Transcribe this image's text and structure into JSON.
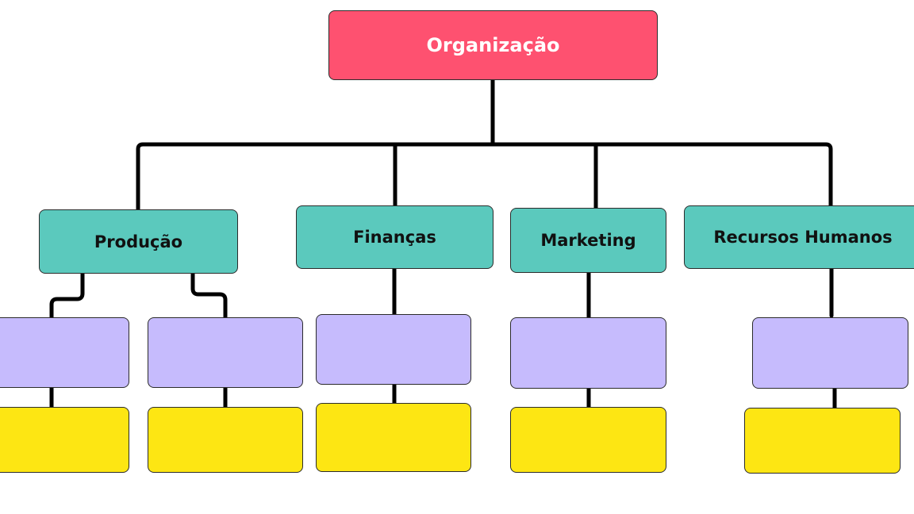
{
  "root": {
    "label": "Organização"
  },
  "departments": [
    {
      "label": "Produção"
    },
    {
      "label": "Finanças"
    },
    {
      "label": "Marketing"
    },
    {
      "label": "Recursos Humanos"
    }
  ],
  "colors": {
    "root": "#fe5170",
    "department": "#5bc9bd",
    "sub_level": "#c6bbfd",
    "leaf_level": "#fde613",
    "connector": "#000000",
    "root_text": "#ffffff",
    "department_text": "#111111"
  }
}
